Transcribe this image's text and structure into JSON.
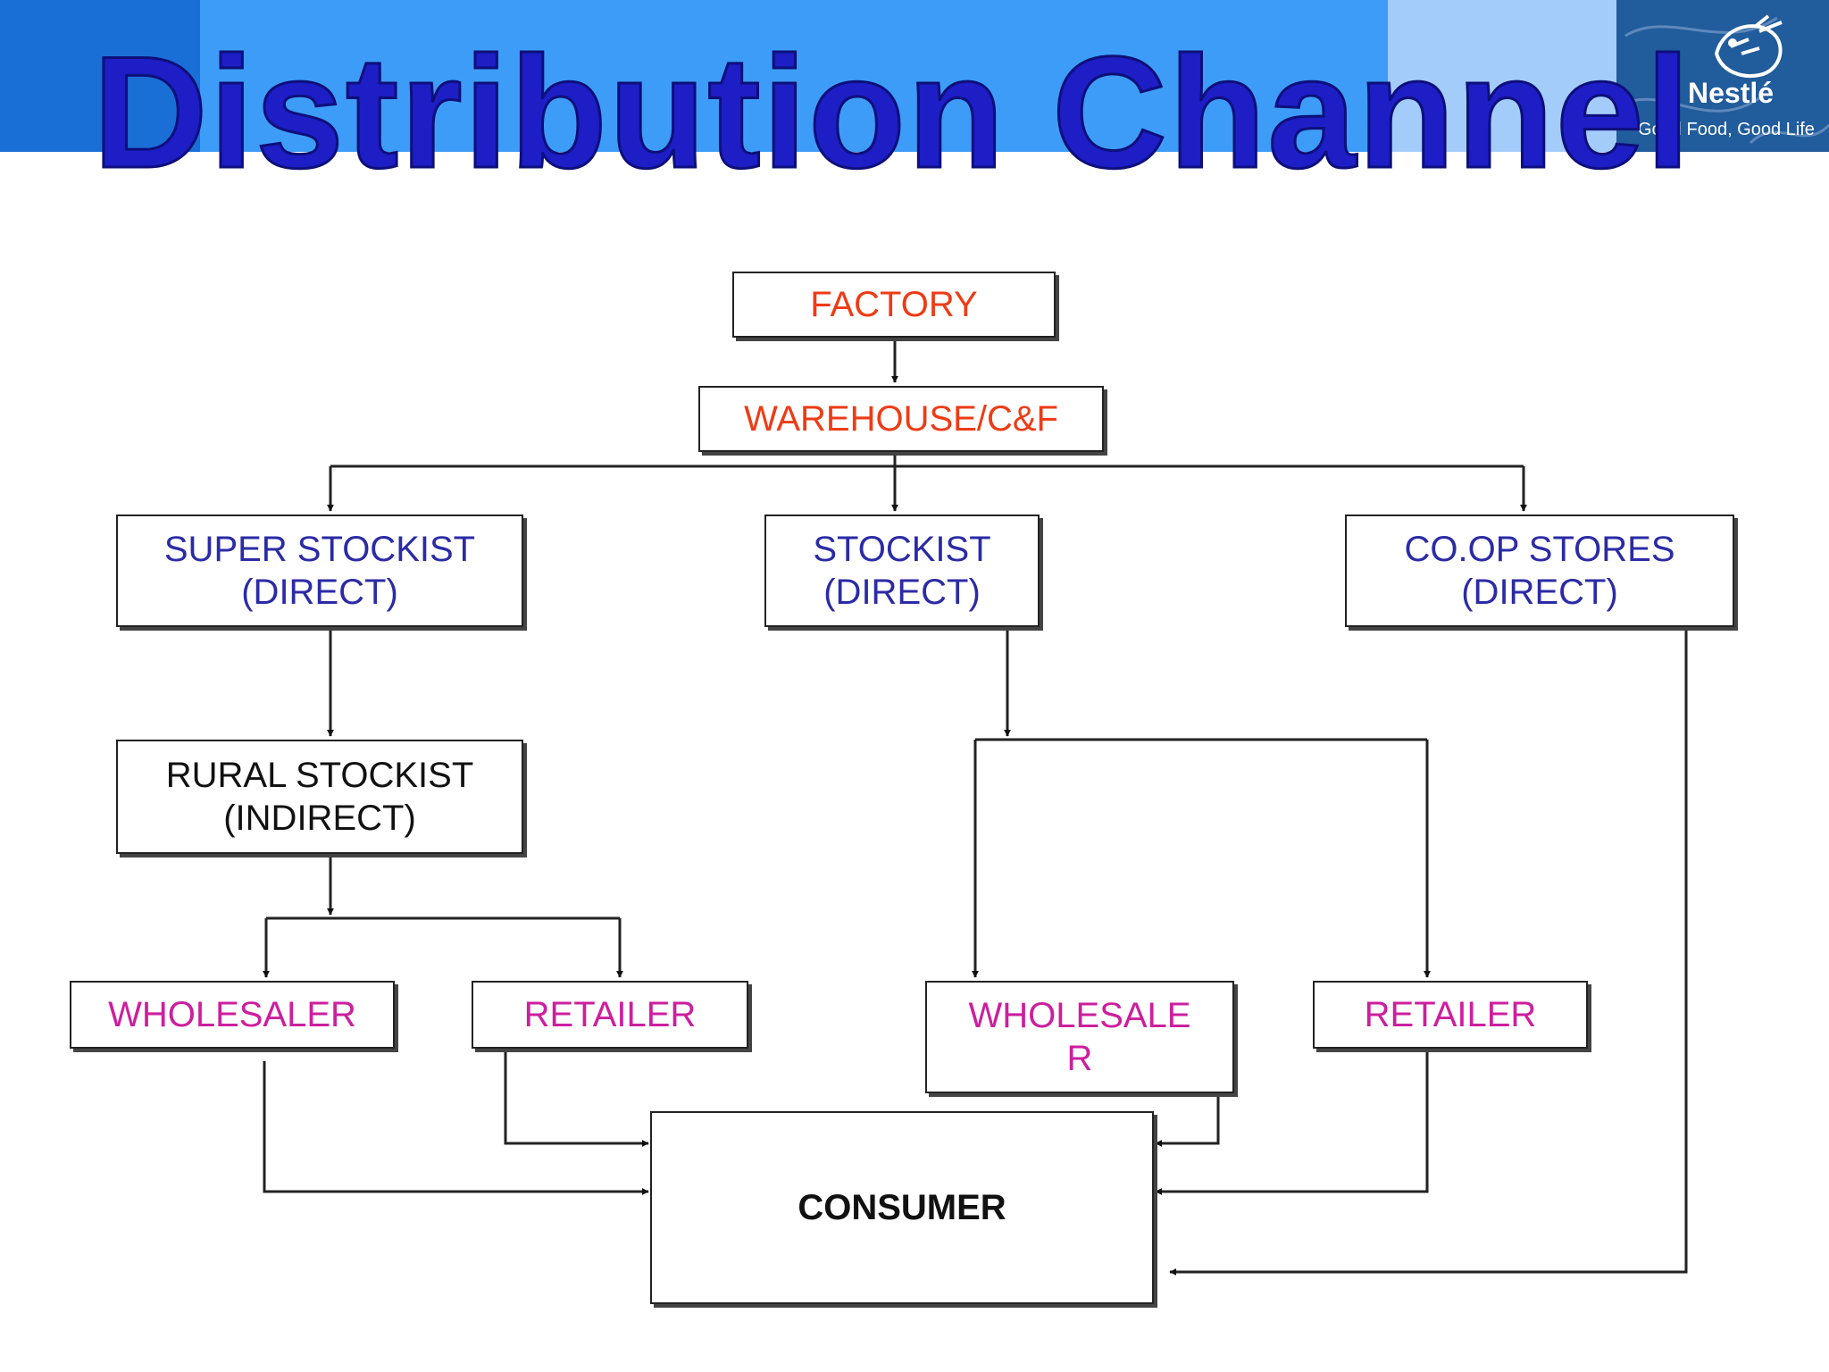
{
  "title": "Distribution Channel",
  "logo": {
    "name": "Nestlé",
    "tagline": "Good Food, Good Life"
  },
  "nodes": {
    "factory": [
      "FACTORY"
    ],
    "warehouse": [
      "WAREHOUSE/C&F"
    ],
    "super_stockist": [
      "SUPER STOCKIST",
      "(DIRECT)"
    ],
    "stockist": [
      "STOCKIST",
      "(DIRECT)"
    ],
    "coop_stores": [
      "CO.OP STORES",
      "(DIRECT)"
    ],
    "rural_stockist": [
      "RURAL STOCKIST",
      "(INDIRECT)"
    ],
    "wholesaler_left": [
      "WHOLESALER"
    ],
    "retailer_left": [
      "RETAILER"
    ],
    "wholesaler_right": [
      "WHOLESALE",
      "R"
    ],
    "retailer_right": [
      "RETAILER"
    ],
    "consumer": [
      "CONSUMER"
    ]
  },
  "edges": [
    [
      "factory",
      "warehouse"
    ],
    [
      "warehouse",
      "super_stockist"
    ],
    [
      "warehouse",
      "stockist"
    ],
    [
      "warehouse",
      "coop_stores"
    ],
    [
      "super_stockist",
      "rural_stockist"
    ],
    [
      "rural_stockist",
      "wholesaler_left"
    ],
    [
      "rural_stockist",
      "retailer_left"
    ],
    [
      "stockist",
      "wholesaler_right"
    ],
    [
      "stockist",
      "retailer_right"
    ],
    [
      "wholesaler_left",
      "consumer"
    ],
    [
      "retailer_left",
      "consumer"
    ],
    [
      "wholesaler_right",
      "consumer"
    ],
    [
      "retailer_right",
      "consumer"
    ],
    [
      "coop_stores",
      "consumer"
    ]
  ],
  "colors": {
    "title": "#1d1ec6",
    "factory_level": "#ee3b16",
    "direct_level": "#2b2ba6",
    "indirect_level": "#111111",
    "outlet_level": "#cc1f9e",
    "consumer": "#111111"
  }
}
